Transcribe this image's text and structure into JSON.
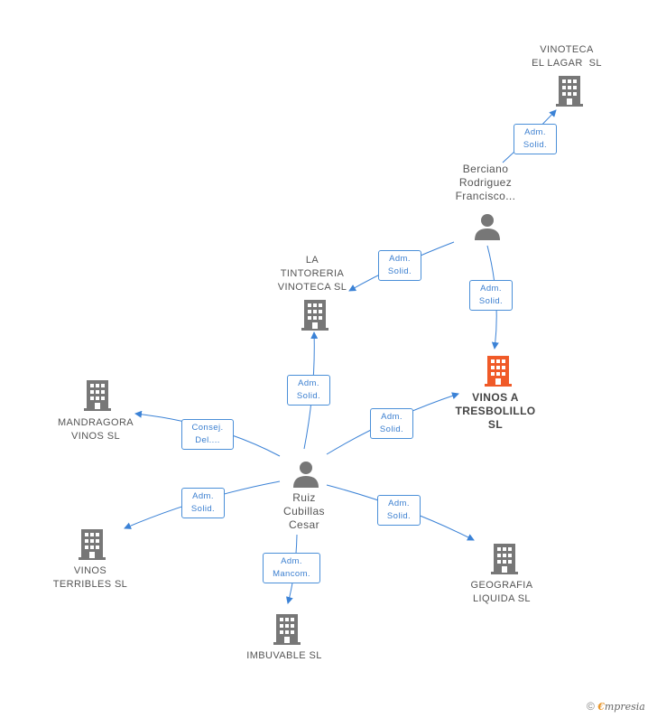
{
  "colors": {
    "edge": "#3b82d6",
    "icon": "#777777",
    "main_icon": "#f05a28",
    "label_border": "#4a8fd8"
  },
  "nodes": {
    "vinoteca_lagar": {
      "lines": [
        "VINOTECA",
        "EL LAGAR  SL"
      ],
      "icon": "building-icon"
    },
    "berciano": {
      "lines": [
        "Berciano",
        "Rodriguez",
        "Francisco..."
      ],
      "icon": "person-icon"
    },
    "tintoreria": {
      "lines": [
        "LA",
        "TINTORERIA",
        "VINOTECA SL"
      ],
      "icon": "building-icon"
    },
    "vinos_tresbolillo": {
      "lines": [
        "VINOS A",
        "TRESBOLILLO",
        "SL"
      ],
      "icon": "building-icon"
    },
    "mandragora": {
      "lines": [
        "MANDRAGORA",
        "VINOS SL"
      ],
      "icon": "building-icon"
    },
    "ruiz": {
      "lines": [
        "Ruiz",
        "Cubillas",
        "Cesar"
      ],
      "icon": "person-icon"
    },
    "vinos_terribles": {
      "lines": [
        "VINOS",
        "TERRIBLES SL"
      ],
      "icon": "building-icon"
    },
    "geografia": {
      "lines": [
        "GEOGRAFIA",
        "LIQUIDA SL"
      ],
      "icon": "building-icon"
    },
    "imbuvable": {
      "lines": [
        "IMBUVABLE SL"
      ],
      "icon": "building-icon"
    }
  },
  "edge_labels": {
    "berciano_lagar": [
      "Adm.",
      "Solid."
    ],
    "berciano_tintoreria": [
      "Adm.",
      "Solid."
    ],
    "berciano_tresbolillo": [
      "Adm.",
      "Solid."
    ],
    "ruiz_tintoreria": [
      "Adm.",
      "Solid."
    ],
    "ruiz_tresbolillo": [
      "Adm.",
      "Solid."
    ],
    "ruiz_mandragora": [
      "Consej.",
      "Del...."
    ],
    "ruiz_terribles": [
      "Adm.",
      "Solid."
    ],
    "ruiz_geografia": [
      "Adm.",
      "Solid."
    ],
    "ruiz_imbuvable": [
      "Adm.",
      "Mancom."
    ]
  },
  "footer": {
    "copyright": "©",
    "brand_first": "€",
    "brand_rest": "mpresia"
  }
}
